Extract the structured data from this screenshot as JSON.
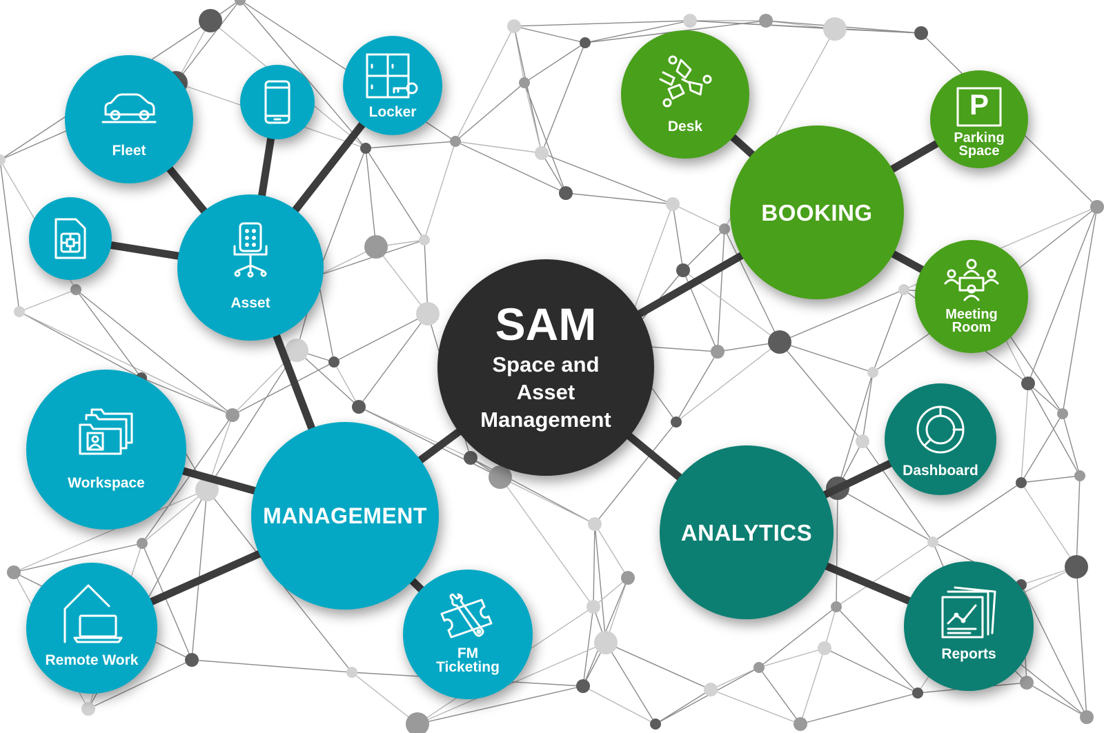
{
  "colors": {
    "teal": "#05a8c4",
    "green": "#49a01a",
    "dark_teal": "#0c7f72",
    "center": "#2c2c2c",
    "connector": "#3d3d3d",
    "mesh_line": "#8a8a8a"
  },
  "center": {
    "title": "SAM",
    "subtitle_lines": [
      "Space and",
      "Asset",
      "Management"
    ]
  },
  "hubs": {
    "management": "MANAGEMENT",
    "booking": "BOOKING",
    "analytics": "ANALYTICS"
  },
  "nodes": {
    "fleet": {
      "label": "Fleet",
      "icon": "car-icon"
    },
    "mobile": {
      "icon": "smartphone-icon"
    },
    "locker": {
      "label": "Locker",
      "icon": "locker-key-icon"
    },
    "sim": {
      "icon": "sim-card-icon"
    },
    "asset": {
      "label": "Asset",
      "icon": "office-chair-icon"
    },
    "workspace": {
      "label": "Workspace",
      "icon": "folders-icon"
    },
    "remote_work": {
      "label": "Remote Work",
      "icon": "home-laptop-icon"
    },
    "fm_ticketing": {
      "label_lines": [
        "FM",
        "Ticketing"
      ],
      "icon": "tools-ticket-icon"
    },
    "desk": {
      "label": "Desk",
      "icon": "desk-cluster-icon"
    },
    "parking": {
      "label_lines": [
        "Parking",
        "Space"
      ],
      "icon": "parking-sign-icon",
      "sign_letter": "P"
    },
    "meeting": {
      "label_lines": [
        "Meeting",
        "Room"
      ],
      "icon": "meeting-people-icon"
    },
    "dashboard": {
      "label": "Dashboard",
      "icon": "donut-chart-icon"
    },
    "reports": {
      "label": "Reports",
      "icon": "report-papers-icon"
    }
  }
}
